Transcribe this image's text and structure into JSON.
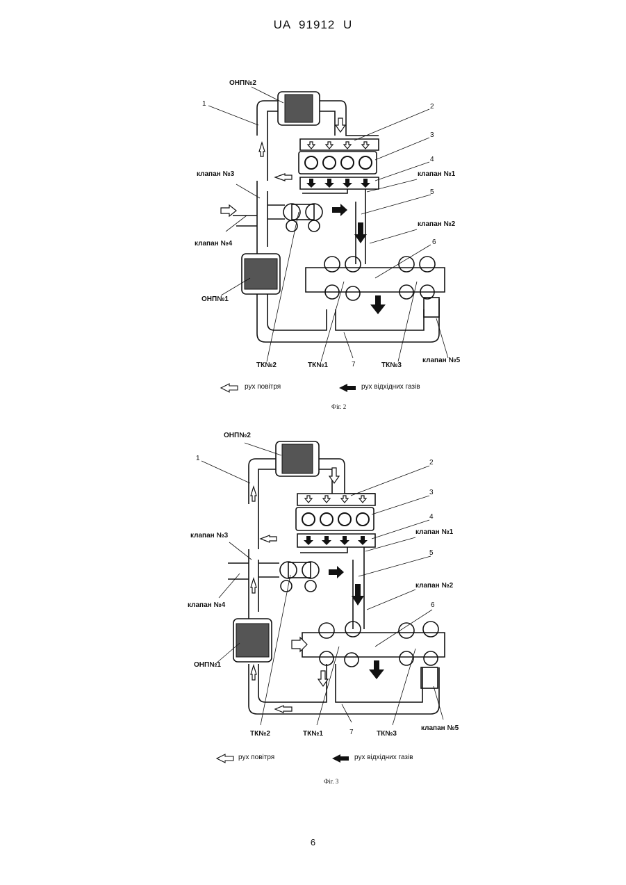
{
  "header": {
    "patent_number": "UA   91912   U"
  },
  "page_number": "6",
  "figures": [
    {
      "caption": "Фіг. 2",
      "labels": {
        "onp2": "ОНП№2",
        "onp1": "ОНП№1",
        "valve1": "клапан №1",
        "valve2": "клапан №2",
        "valve3": "клапан №3",
        "valve4": "клапан №4",
        "valve5": "клапан №5",
        "tk1": "ТК№1",
        "tk2": "ТК№2",
        "tk3": "ТК№3",
        "n1": "1",
        "n2": "2",
        "n3": "3",
        "n4": "4",
        "n5": "5",
        "n6": "6",
        "n7": "7"
      },
      "legend": {
        "air": "рух повітря",
        "exhaust": "рух відхідних газів"
      }
    },
    {
      "caption": "Фіг. 3",
      "labels": {
        "onp2": "ОНП№2",
        "onp1": "ОНП№1",
        "valve1": "клапан №1",
        "valve2": "клапан №2",
        "valve3": "клапан №3",
        "valve4": "клапан №4",
        "valve5": "клапан №5",
        "tk1": "ТК№1",
        "tk2": "ТК№2",
        "tk3": "ТК№3",
        "n1": "1",
        "n2": "2",
        "n3": "3",
        "n4": "4",
        "n5": "5",
        "n6": "6",
        "n7": "7"
      },
      "legend": {
        "air": "рух повітря",
        "exhaust": "рух відхідних газів"
      }
    }
  ]
}
